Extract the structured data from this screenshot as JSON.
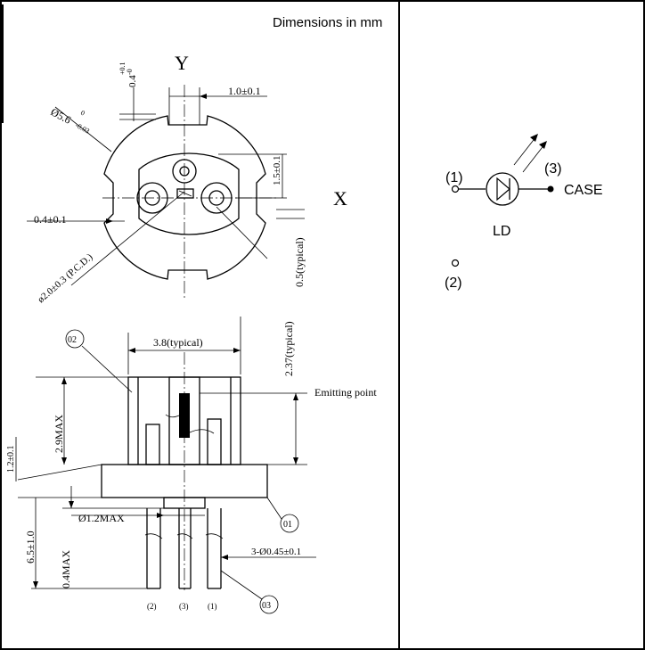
{
  "header": {
    "units_note": "Dimensions in mm"
  },
  "top_view": {
    "axis_y": "Y",
    "axis_x": "X",
    "dim_slot_width": "0.4",
    "dim_slot_width_tol_plus": "+0.1",
    "dim_slot_width_tol_minus": "-0",
    "dim_center_offset": "1.0±0.1",
    "dim_diameter": "Ø5.6",
    "dim_diameter_tol_plus": "0",
    "dim_diameter_tol_minus": "-0.03",
    "dim_vertical": "1.5±0.1",
    "dim_flat": "0.4±0.1",
    "dim_pcd": "ø2.0±0.3 (P.C.D.)",
    "dim_typical": "0.5(typical)"
  },
  "side_view": {
    "dim_width": "3.8(typical)",
    "dim_emit_height": "2.37(typical)",
    "emitting_point": "Emitting point",
    "dim_max_height": "2.9MAX",
    "dim_flange": "1.2±0.1",
    "dim_pin_diameter": "Ø1.2MAX",
    "dim_lead_length": "6.5±1.0",
    "dim_lead_stub": "0.4MAX",
    "dim_pin_count_diameter": "3-Ø0.45±0.1",
    "callout_02": "02",
    "callout_01": "01",
    "callout_03": "03",
    "pin_label_2": "(2)",
    "pin_label_3": "(3)",
    "pin_label_1": "(1)"
  },
  "schematic": {
    "pin1": "(1)",
    "pin3": "(3)",
    "pin2": "(2)",
    "case_label": "CASE",
    "device_label": "LD"
  }
}
